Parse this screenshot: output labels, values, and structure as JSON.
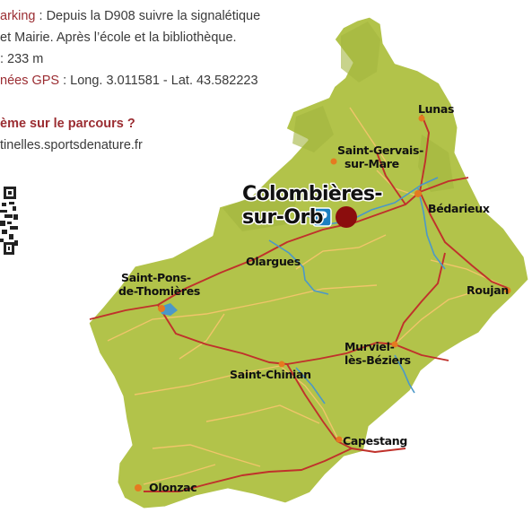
{
  "info": {
    "line1": {
      "label": "arking",
      "text": " : Depuis la D908 suivre la signalétique"
    },
    "line2": "et Mairie. Après l’école et la bibliothèque.",
    "line3": ": 233 m",
    "line4": {
      "label": "nées GPS",
      "text": " : Long. 3.011581 - Lat. 43.582223"
    },
    "problem_title": "ème sur le parcours ?",
    "problem_site": "tinelles.sportsdenature.fr"
  },
  "map": {
    "start_town_line1": "Colombières-",
    "start_town_line2": "sur-Orb",
    "parking_letter": "P",
    "towns": {
      "lunas": "Lunas",
      "saint_gervais_1": "Saint-Gervais-",
      "saint_gervais_2": "sur-Mare",
      "bedarieux": "Bédarieux",
      "olargues": "Olargues",
      "saint_pons_1": "Saint-Pons-",
      "saint_pons_2": "de-Thomières",
      "roujan": "Roujan",
      "murviel_1": "Murviel-",
      "murviel_2": "lès-Béziers",
      "saint_chinian": "Saint-Chinian",
      "capestang": "Capestang",
      "olonzac": "Olonzac"
    },
    "colors": {
      "land": "#b2c34a",
      "border": "#ffffff",
      "road_main": "#c0312b",
      "road_minor": "#f0c56a",
      "river": "#4b98c8",
      "parking": "#1c7fc1",
      "start_dot": "#8b0d0d",
      "text_accent": "#9b2d32"
    }
  }
}
